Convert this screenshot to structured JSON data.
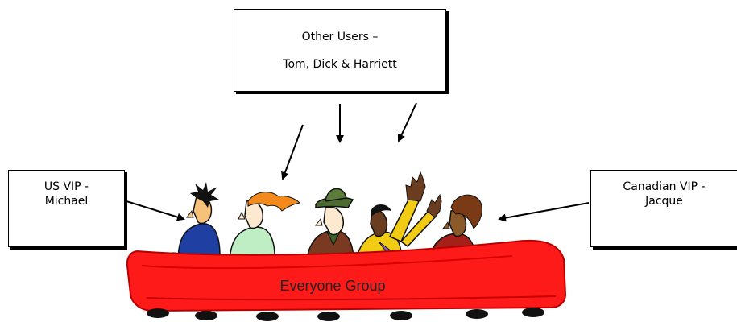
{
  "callouts": {
    "other_users": {
      "line1": "Other Users –",
      "line2": "Tom, Dick & Harriett"
    },
    "us_vip": {
      "line1": "US VIP -",
      "line2": "Michael"
    },
    "canadian_vip": {
      "line1": "Canadian VIP -",
      "line2": "Jacque"
    }
  },
  "bus": {
    "label": "Everyone Group",
    "color": "#ff1a1a"
  },
  "riders": [
    {
      "icon": "spiky-hair-rider-icon",
      "shirt": "#1f3fa3"
    },
    {
      "icon": "orange-hair-rider-icon",
      "shirt": "#bfeec4"
    },
    {
      "icon": "hat-rider-icon",
      "shirt": "#7a3a22"
    },
    {
      "icon": "waving-rider-icon",
      "shirt": "#f2cc14"
    },
    {
      "icon": "curly-hair-rider-icon",
      "shirt": "#a52018"
    }
  ]
}
